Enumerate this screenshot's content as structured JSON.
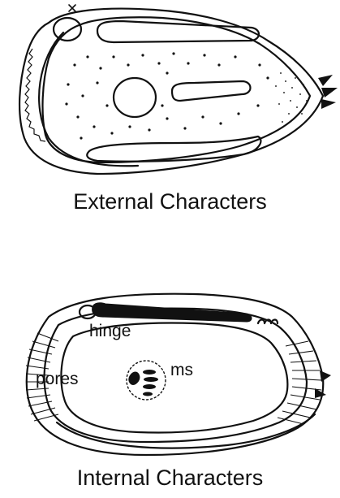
{
  "panels": {
    "external": {
      "caption": "External Characters"
    },
    "internal": {
      "caption": "Internal Characters",
      "labels": {
        "hinge": "hinge",
        "pores": "pores",
        "muscle_scars": "ms"
      }
    }
  },
  "colors": {
    "ink": "#111111",
    "background": "#ffffff"
  }
}
